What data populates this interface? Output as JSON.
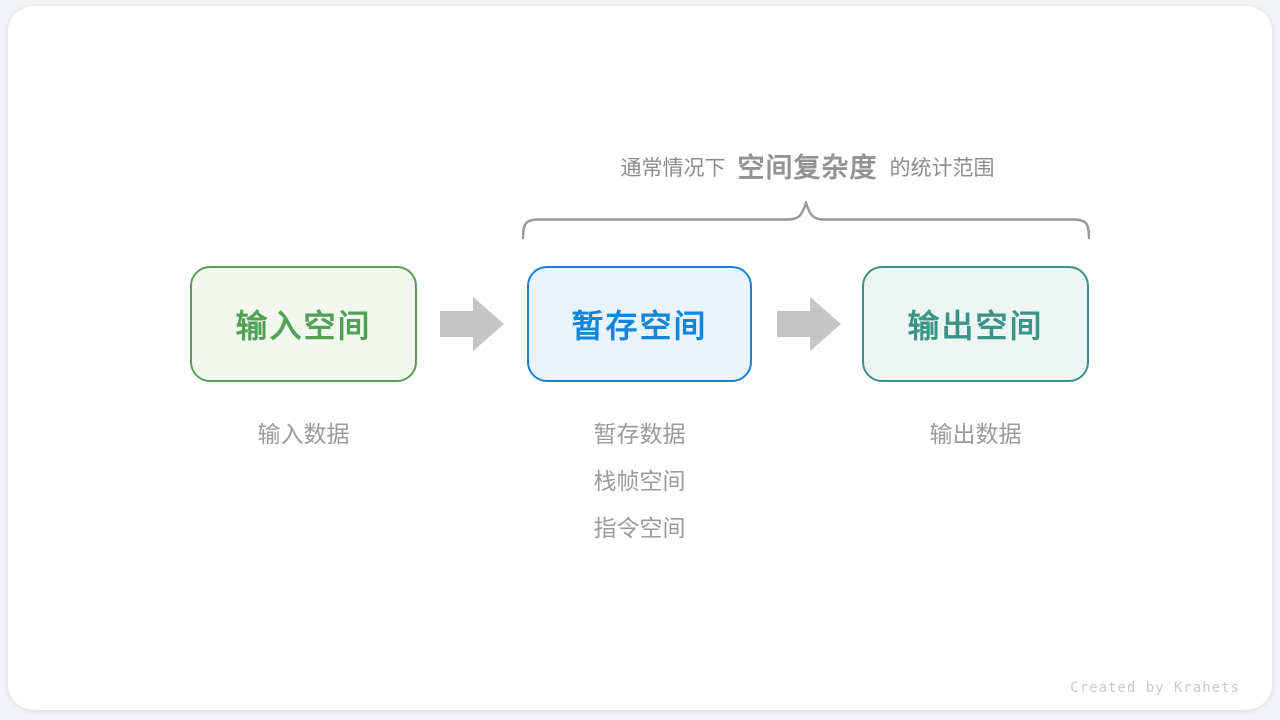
{
  "annotation": {
    "prefix": "通常情况下",
    "highlight": "空间复杂度",
    "suffix": "的统计范围"
  },
  "boxes": [
    {
      "label": "输入空间",
      "border_color": "#5B9C57",
      "bg_color": "#F2F8EF",
      "text_color": "#53A057"
    },
    {
      "label": "暂存空间",
      "border_color": "#1E80D2",
      "bg_color": "#E9F3FC",
      "text_color": "#1186DB"
    },
    {
      "label": "输出空间",
      "border_color": "#3E9084",
      "bg_color": "#EEF6F3",
      "text_color": "#3B9488"
    }
  ],
  "columns": [
    {
      "notes": [
        "输入数据"
      ]
    },
    {
      "notes": [
        "暂存数据",
        "栈帧空间",
        "指令空间"
      ]
    },
    {
      "notes": [
        "输出数据"
      ]
    }
  ],
  "credit": "Created by Krahets",
  "colors": {
    "arrow": "#C5C5C6",
    "brace": "#999999",
    "annotation_text": "#8C8C8C",
    "note_text": "#9B9B9B",
    "credit_text": "#C9C9C9",
    "card_bg": "#FFFFFF",
    "page_bg": "#F2F3F5"
  }
}
